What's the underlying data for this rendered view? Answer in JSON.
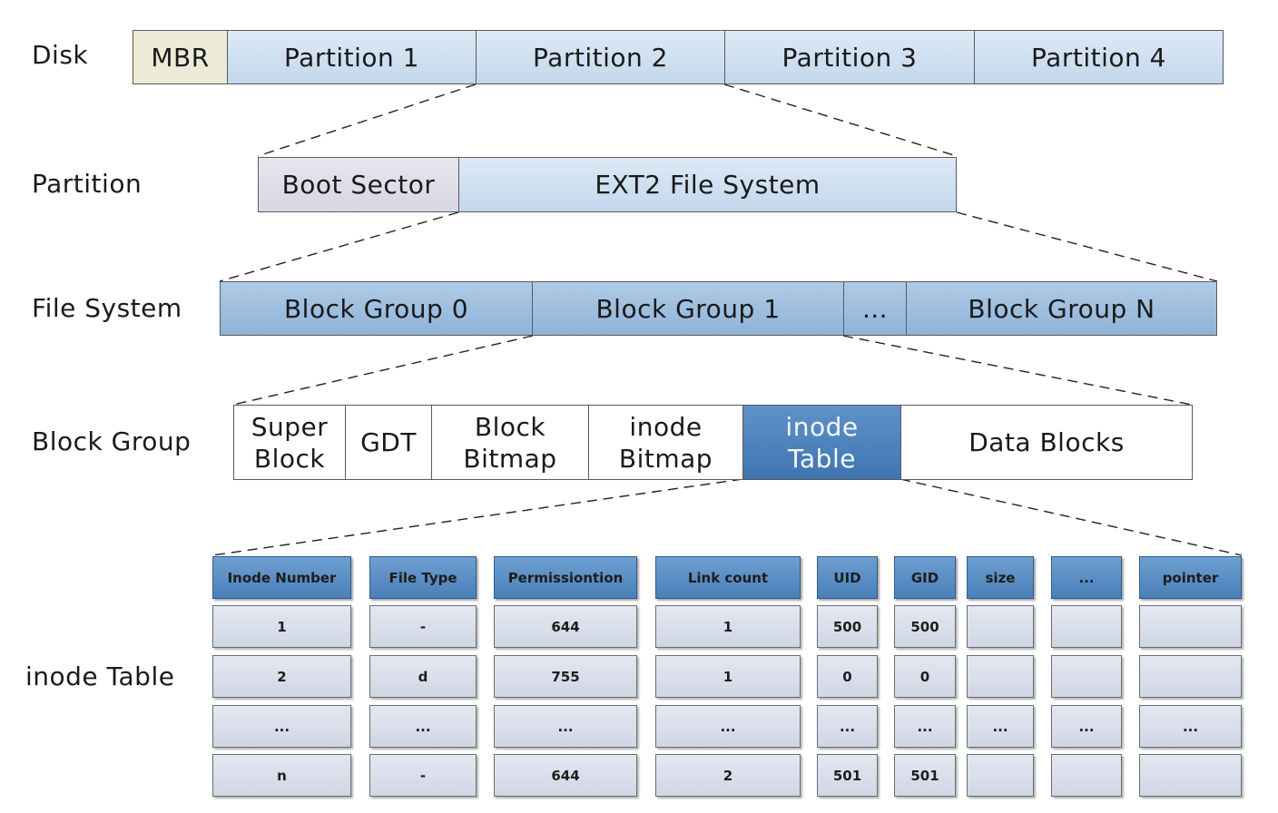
{
  "levels": {
    "disk": "Disk",
    "partition": "Partition",
    "file_system": "File System",
    "block_group": "Block Group",
    "inode_table": "inode Table"
  },
  "disk_row": {
    "mbr": "MBR",
    "partition_1": "Partition 1",
    "partition_2": "Partition 2",
    "partition_3": "Partition 3",
    "partition_4": "Partition 4"
  },
  "partition_row": {
    "boot_sector": "Boot Sector",
    "ext2": "EXT2 File System"
  },
  "fs_row": {
    "group_0": "Block Group 0",
    "group_1": "Block Group 1",
    "ellipsis": "…",
    "group_n": "Block Group N"
  },
  "block_group_row": {
    "super_block": "Super\nBlock",
    "gdt": "GDT",
    "block_bitmap": "Block\nBitmap",
    "inode_bitmap": "inode\nBitmap",
    "inode_table": "inode\nTable",
    "data_blocks": "Data Blocks"
  },
  "inode_table": {
    "headers": [
      "Inode Number",
      "File Type",
      "Permissiontion",
      "Link count",
      "UID",
      "GID",
      "size",
      "...",
      "pointer"
    ],
    "rows": [
      [
        "1",
        "-",
        "644",
        "1",
        "500",
        "500",
        "",
        "",
        ""
      ],
      [
        "2",
        "d",
        "755",
        "1",
        "0",
        "0",
        "",
        "",
        ""
      ],
      [
        "...",
        "...",
        "...",
        "...",
        "...",
        "...",
        "...",
        "...",
        "..."
      ],
      [
        "n",
        "-",
        "644",
        "2",
        "501",
        "501",
        "",
        "",
        ""
      ]
    ]
  }
}
